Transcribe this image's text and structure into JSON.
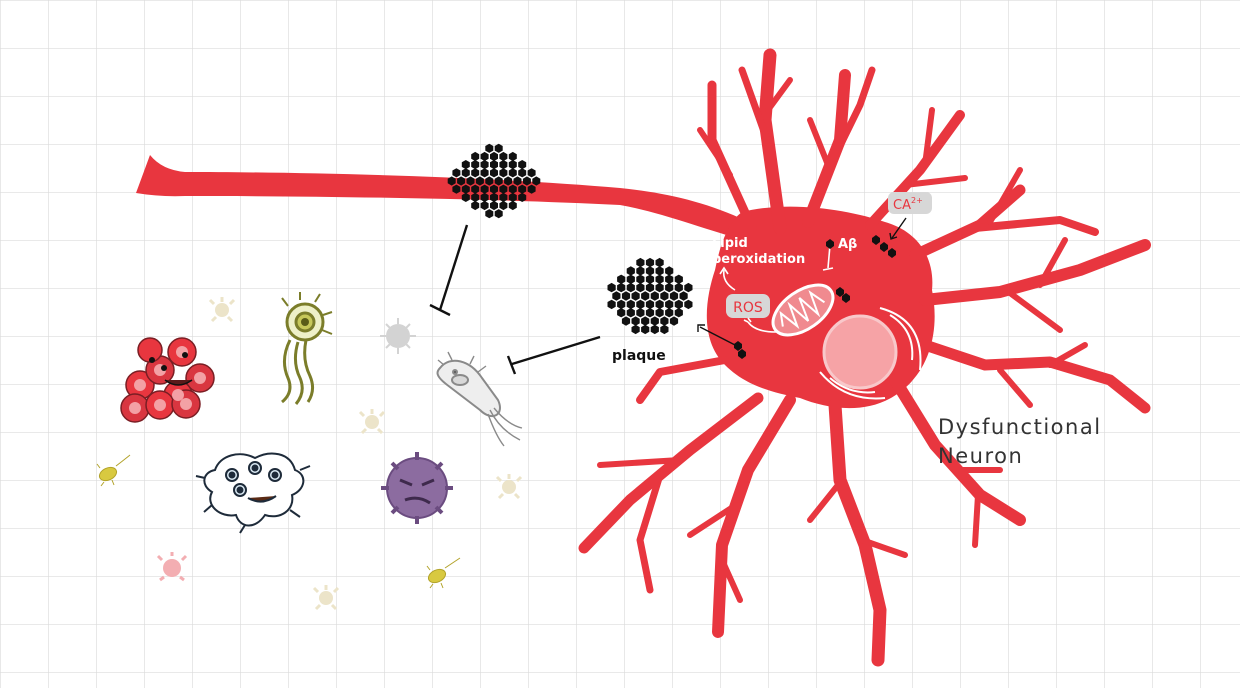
{
  "labels": {
    "lipid_line1": "Lipid",
    "lipid_line2": "peroxidation",
    "abeta": "Aβ",
    "ca_base": "CA",
    "ca_sup": "2+",
    "ros": "ROS",
    "plaque": "plaque",
    "neuron_line1": "Dysfunctional",
    "neuron_line2": "Neuron"
  },
  "colors": {
    "background": "#ffffff",
    "grid": "#dcdcdc",
    "neuron": "#e8363f",
    "plaque": "#111111",
    "ros_box": "#d7d7d7",
    "mitochondrion": "#f08a8f",
    "nucleus": "#f6a3a6"
  },
  "icons": [
    "neuron",
    "amyloid-plaque-on-axon",
    "amyloid-plaque",
    "mitochondrion",
    "nucleus",
    "red-blood-cell-cluster",
    "microglia-microbe",
    "flagellated-microbe",
    "virus-grey",
    "bacterium-grey",
    "purple-virus",
    "small-microbes"
  ]
}
